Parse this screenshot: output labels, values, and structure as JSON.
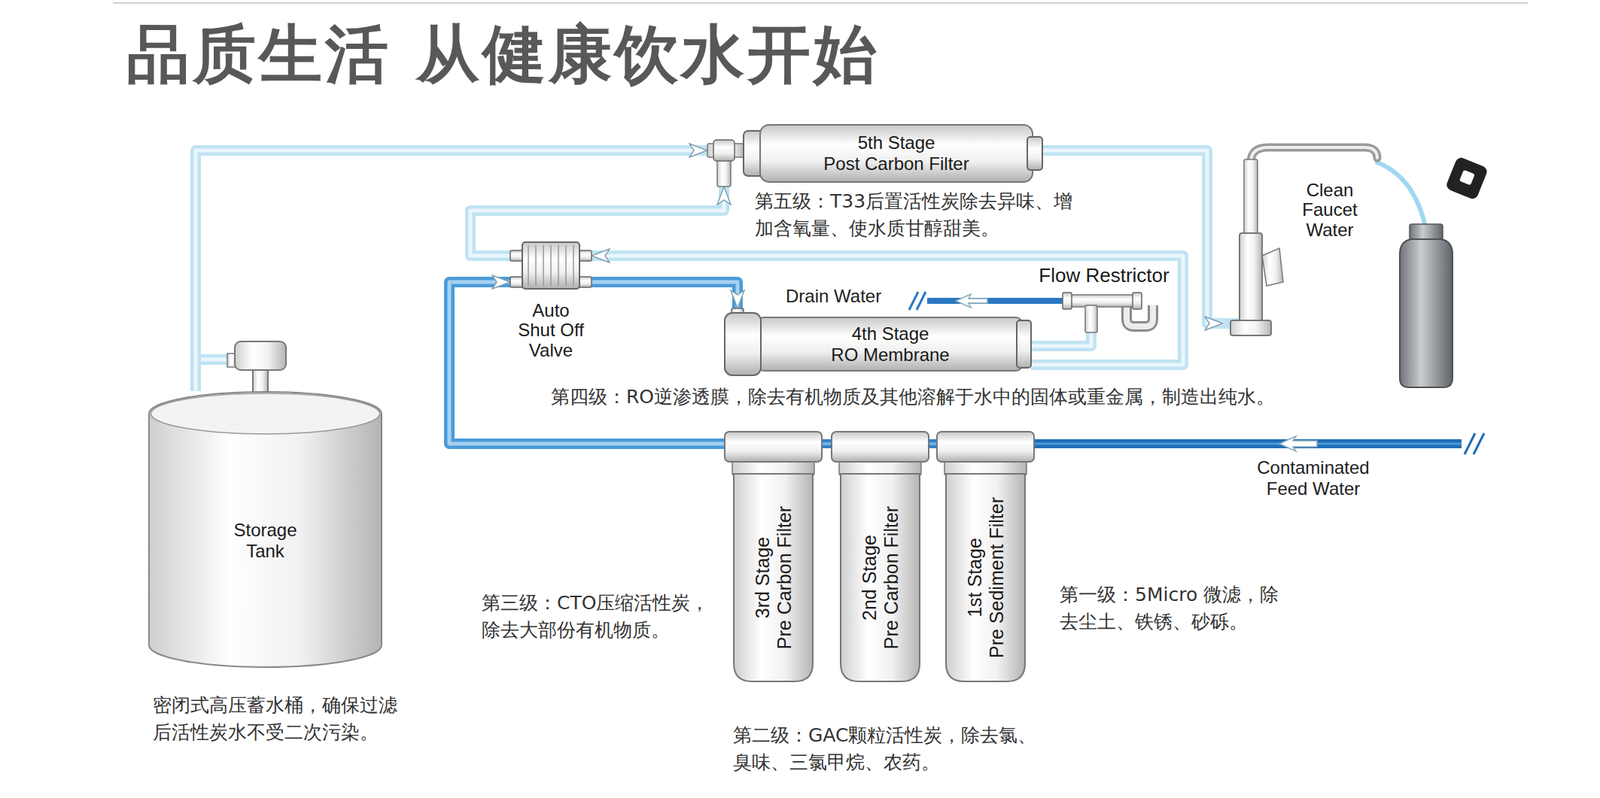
{
  "diagram": {
    "title": "品质生活 从健康饮水开始",
    "nodes": [
      {
        "text": [
          "5th Stage",
          "Post Carbon Filter"
        ]
      },
      {
        "text": [
          "Auto Shut Off Valve"
        ]
      },
      {
        "text": [
          "Flow Restrictor"
        ]
      },
      {
        "text": [
          "4th Stage",
          "RO Membrane"
        ]
      },
      {
        "text": [
          "Storage Tank"
        ]
      },
      {
        "text": [
          "Clean Faucet Water"
        ]
      },
      {
        "text": [
          "3rd Stage",
          "Pre Carbon Filter"
        ]
      },
      {
        "text": [
          "2nd Stage",
          "Pre Carbon Filter"
        ]
      },
      {
        "text": [
          "1st Stage",
          "Pre Sediment Filter"
        ]
      }
    ],
    "edges": [
      {
        "from": 8,
        "to": 7,
        "arrow": "none"
      },
      {
        "from": 7,
        "to": 6,
        "arrow": "none"
      },
      {
        "from": 6,
        "to": 1,
        "arrow": "to"
      },
      {
        "from": 1,
        "to": 3,
        "arrow": "to"
      },
      {
        "from": 3,
        "to": 2,
        "arrow": "none"
      },
      {
        "from": 3,
        "to": 1,
        "arrow": "to"
      },
      {
        "from": 1,
        "to": 0,
        "arrow": "to"
      },
      {
        "from": 4,
        "to": 0,
        "arrow": "to"
      },
      {
        "from": 0,
        "to": 5,
        "arrow": "to"
      }
    ],
    "labels": [
      "第五级：T33后置活性炭除去异味、增加含氧量、使水质甘醇甜美。",
      "Drain Water",
      "第四级：RO逆渗透膜，除去有机物质及其他溶解于水中的固体或重金属，制造出纯水。",
      "Contaminated Feed Water",
      "第三级：CTO压缩活性炭，除去大部份有机物质。",
      "第一级：5Micro 微滤，除去尘土、铁锈、砂砾。",
      "密闭式高压蓄水桶，确保过滤后活性炭水不受二次污染。",
      "第二级：GAC颗粒活性炭，除去氯、臭味、三氯甲烷、农药。"
    ]
  }
}
